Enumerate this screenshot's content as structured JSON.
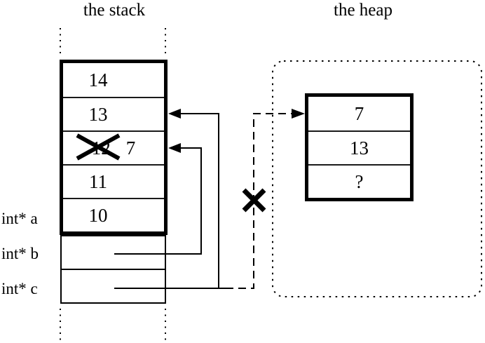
{
  "colors": {
    "ink": "#000000",
    "paper": "#ffffff"
  },
  "titles": {
    "stack": "the stack",
    "heap": "the heap"
  },
  "stack_labels": {
    "a": "int* a",
    "b": "int* b",
    "c": "int* c"
  },
  "stack_cells": [
    {
      "value": "14"
    },
    {
      "value": "13"
    },
    {
      "value": "12",
      "crossed_out": true,
      "new_value": "7"
    },
    {
      "value": "11"
    },
    {
      "value": "10"
    }
  ],
  "heap_cells": [
    {
      "value": "7"
    },
    {
      "value": "13"
    },
    {
      "value": "?"
    }
  ],
  "icons": {
    "crossed_value_mark": "x-cross-icon",
    "broken_pointer_mark": "x-cross-icon",
    "solid_pointer_b": "arrow-left-icon",
    "solid_pointer_c": "arrow-left-icon",
    "dashed_pointer_heap": "arrow-right-icon"
  }
}
